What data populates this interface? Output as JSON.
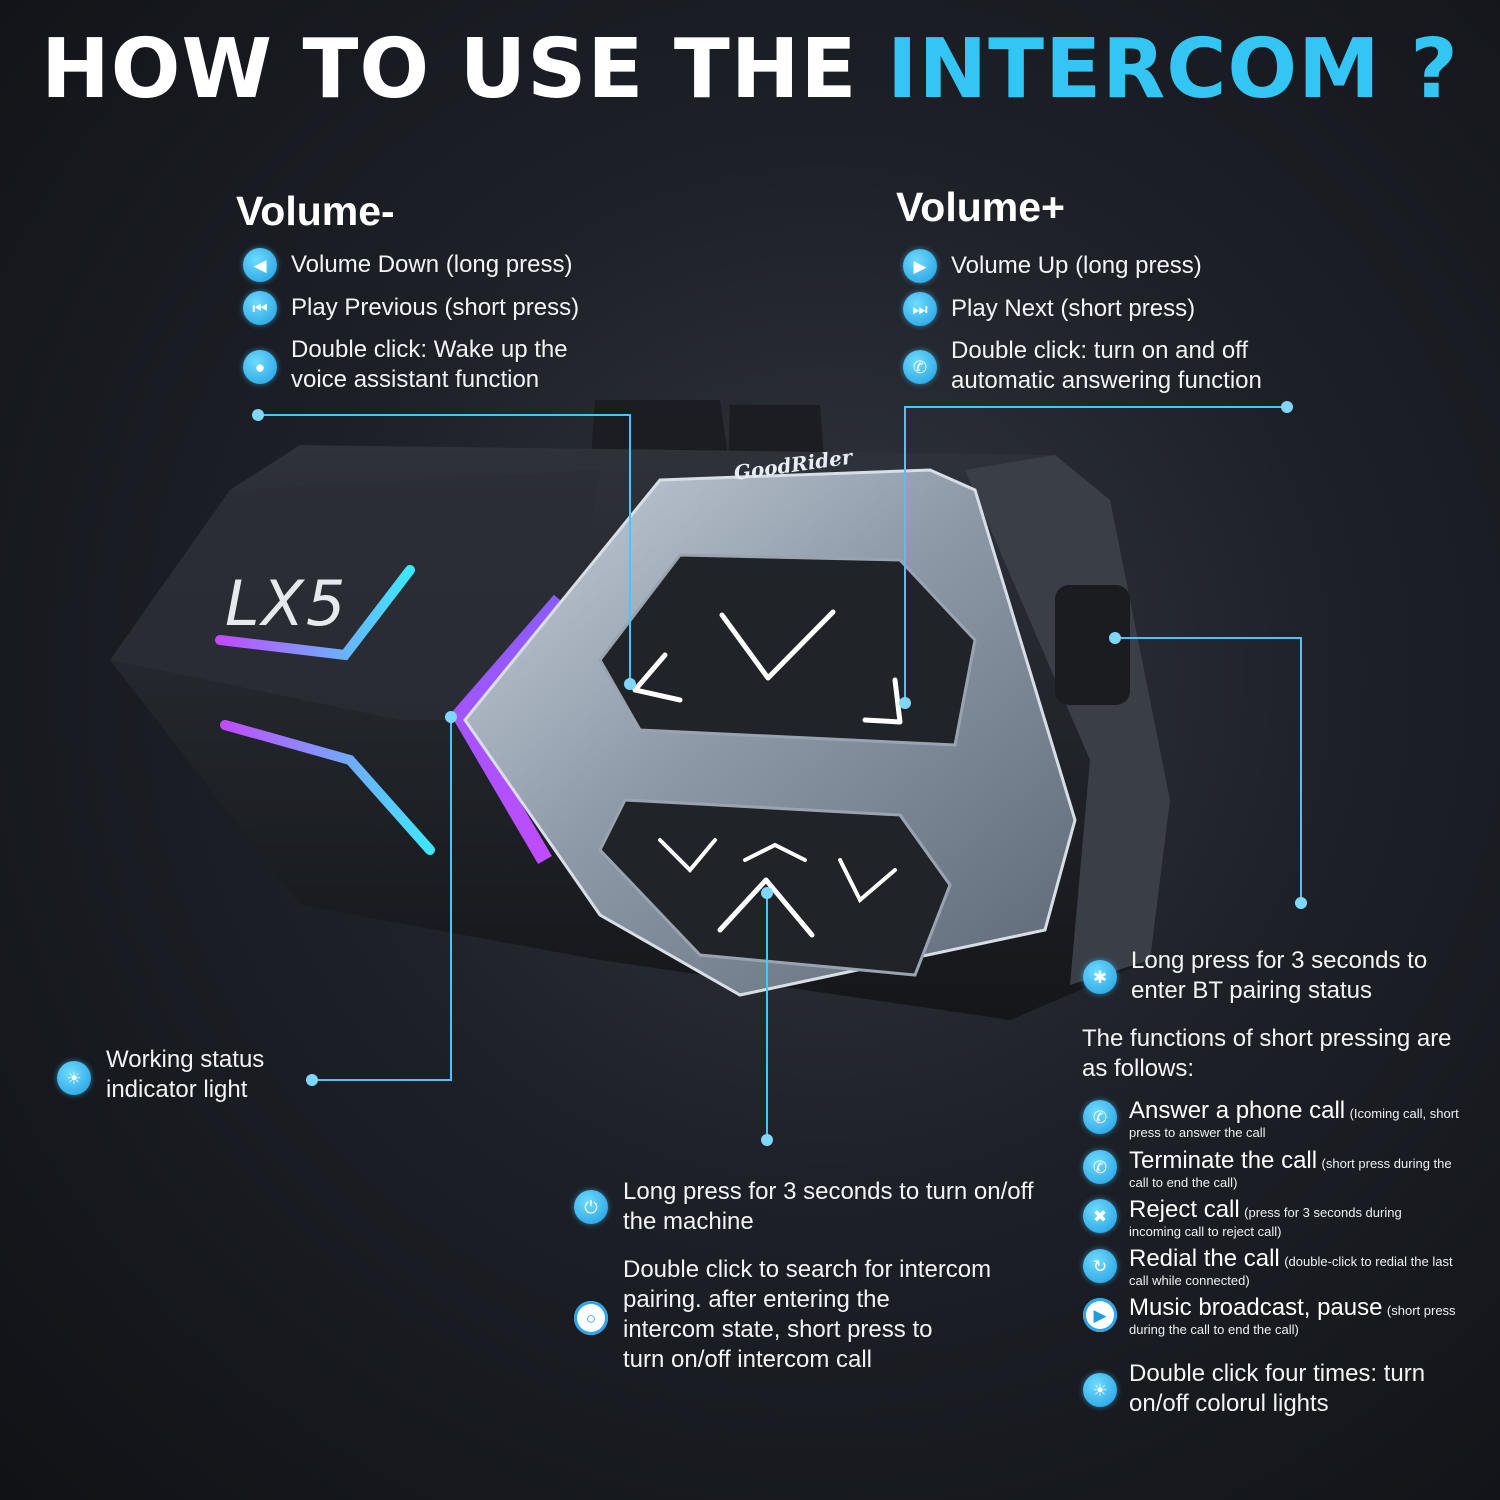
{
  "title": {
    "main": "HOW TO USE THE ",
    "accent": "INTERCOM ?"
  },
  "device": {
    "model": "LX5",
    "brand": "GoodRider"
  },
  "volume_minus": {
    "heading": "Volume-",
    "items": [
      {
        "icon": "volume-down-icon",
        "text": "Volume Down (long press)"
      },
      {
        "icon": "play-previous-icon",
        "text": "Play Previous (short press)"
      },
      {
        "icon": "microphone-icon",
        "line1": "Double click: Wake up the",
        "line2": "voice assistant function"
      }
    ]
  },
  "volume_plus": {
    "heading": "Volume+",
    "items": [
      {
        "icon": "volume-up-icon",
        "text": "Volume Up (long press)"
      },
      {
        "icon": "play-next-icon",
        "text": "Play Next (short press)"
      },
      {
        "icon": "phone-auto-answer-icon",
        "line1": "Double click: turn on and off",
        "line2": "automatic answering function"
      }
    ]
  },
  "indicator": {
    "icon": "light-icon",
    "line1": "Working status",
    "line2": "indicator light"
  },
  "power": {
    "icon": "power-icon",
    "line1": "Long press for 3 seconds to turn on/off",
    "line2": "the machine"
  },
  "intercom": {
    "icon": "intercom-icon",
    "lines": [
      "Double click to search for intercom",
      "pairing. after entering the",
      "intercom state, short press to",
      "turn on/off intercom call"
    ]
  },
  "bt": {
    "icon": "bluetooth-icon",
    "line1": "Long press for 3 seconds to",
    "line2": "enter BT pairing status",
    "short_intro_1": "The functions of short pressing are",
    "short_intro_2": "as follows:",
    "functions": [
      {
        "icon": "answer-call-icon",
        "big": "Answer a phone call",
        "small1": "(Icoming call, short",
        "small2": "press to answer the call"
      },
      {
        "icon": "end-call-icon",
        "big": "Terminate the call",
        "small1": "(short press during the",
        "small2": "call to end the call)"
      },
      {
        "icon": "reject-call-icon",
        "big": "Reject call",
        "small1": "(press for 3 seconds during",
        "small2": "incoming call to reject call)"
      },
      {
        "icon": "redial-icon",
        "big": "Redial the call",
        "small1": "(double-click to redial the last",
        "small2": "call while connected)"
      },
      {
        "icon": "music-play-icon",
        "big": "Music broadcast, pause",
        "small1": "(short press",
        "small2": "during the call to end the call)"
      }
    ],
    "lights": {
      "icon": "lights-icon",
      "line1": "Double click four times: turn",
      "line2": "on/off colorul lights"
    }
  },
  "colors": {
    "accent": "#33c6f4",
    "line": "#4fc3f7",
    "glow_purple": "#b24bff",
    "glow_cyan": "#3de8ff"
  }
}
